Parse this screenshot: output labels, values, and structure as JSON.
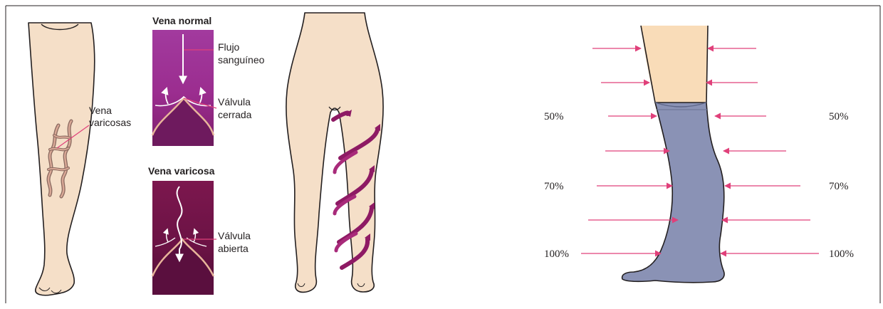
{
  "panels": {
    "normal_vein": {
      "title": "Vena normal",
      "flow_label": [
        "Flujo",
        "sanguíneo"
      ],
      "valve_label": [
        "Válvula",
        "cerrada"
      ]
    },
    "varicose_vein": {
      "title": "Vena varicosa",
      "valve_label": [
        "Válvula",
        "abierta"
      ]
    },
    "leg_label": [
      "Vena",
      "varicosas"
    ]
  },
  "compression": {
    "levels": [
      {
        "value": "50%"
      },
      {
        "value": "70%"
      },
      {
        "value": "100%"
      }
    ]
  },
  "colors": {
    "skin": "#f5dfc8",
    "outline": "#231f20",
    "arrow_pink": "#e0407a",
    "spiral": "#8e1a64",
    "stocking": "#8a92b5",
    "normal_vein_bg": "#9e2f95",
    "varicose_vein_bg": "#7a1850"
  }
}
